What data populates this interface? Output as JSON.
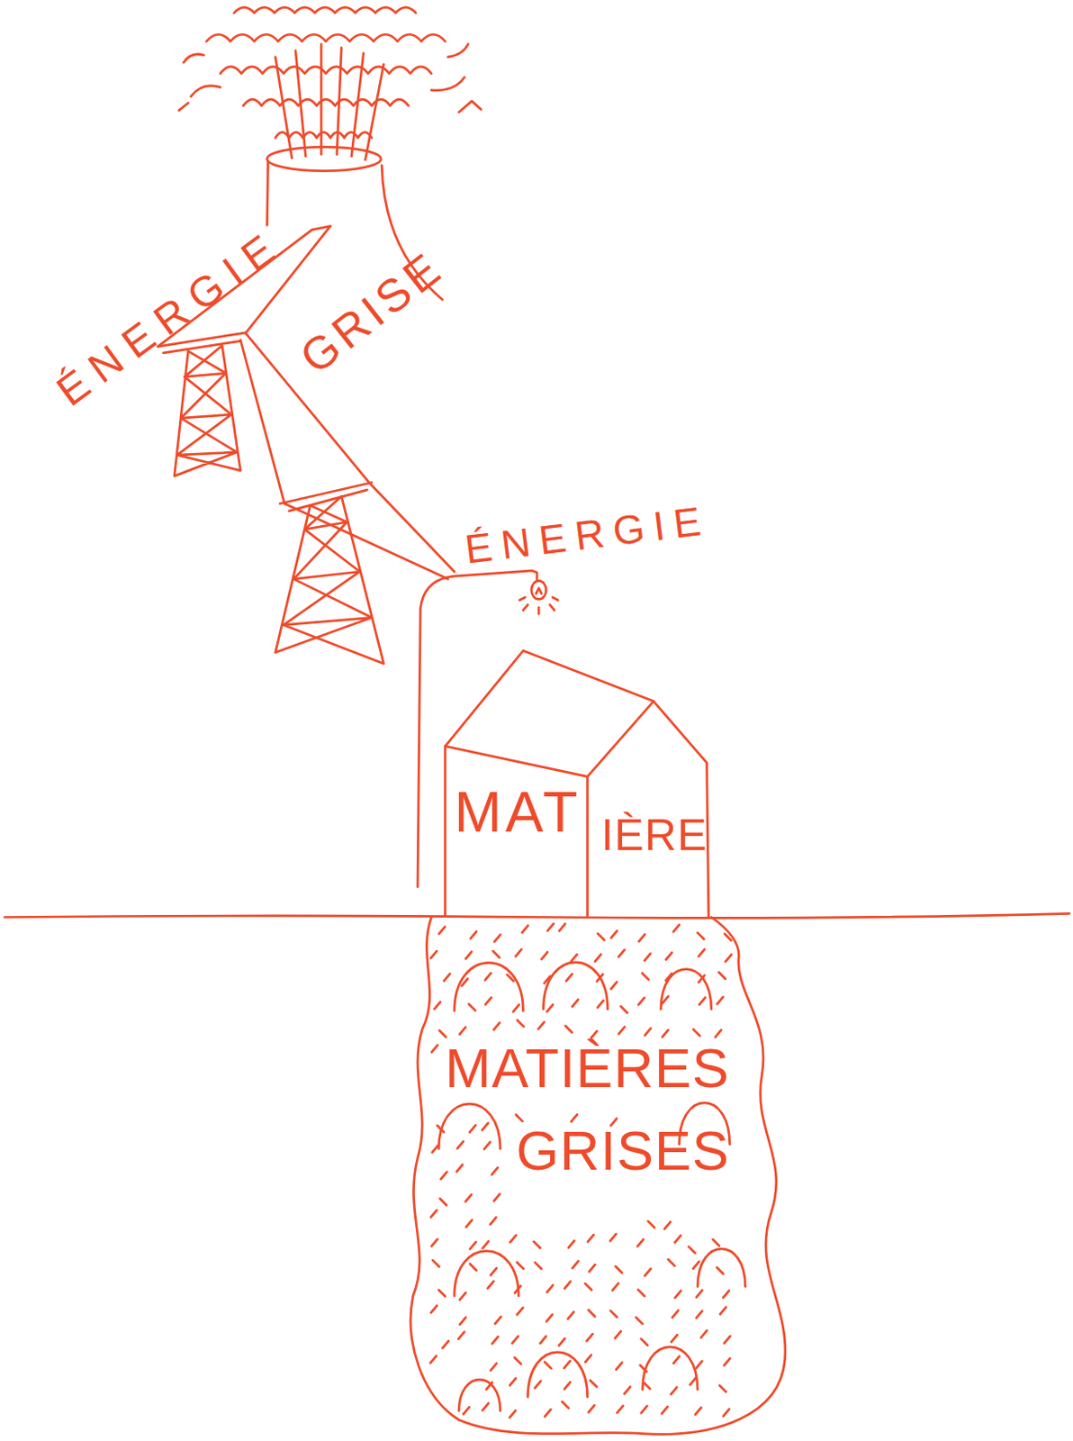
{
  "diagram": {
    "nodes": [
      {
        "text": [
          "MAT",
          "IÈRE"
        ]
      },
      {
        "text": [
          "MATIÈRES GRISES"
        ]
      }
    ],
    "labels": [
      "ÉNERGIE",
      "GRISE",
      "ÉNERGIE"
    ]
  }
}
